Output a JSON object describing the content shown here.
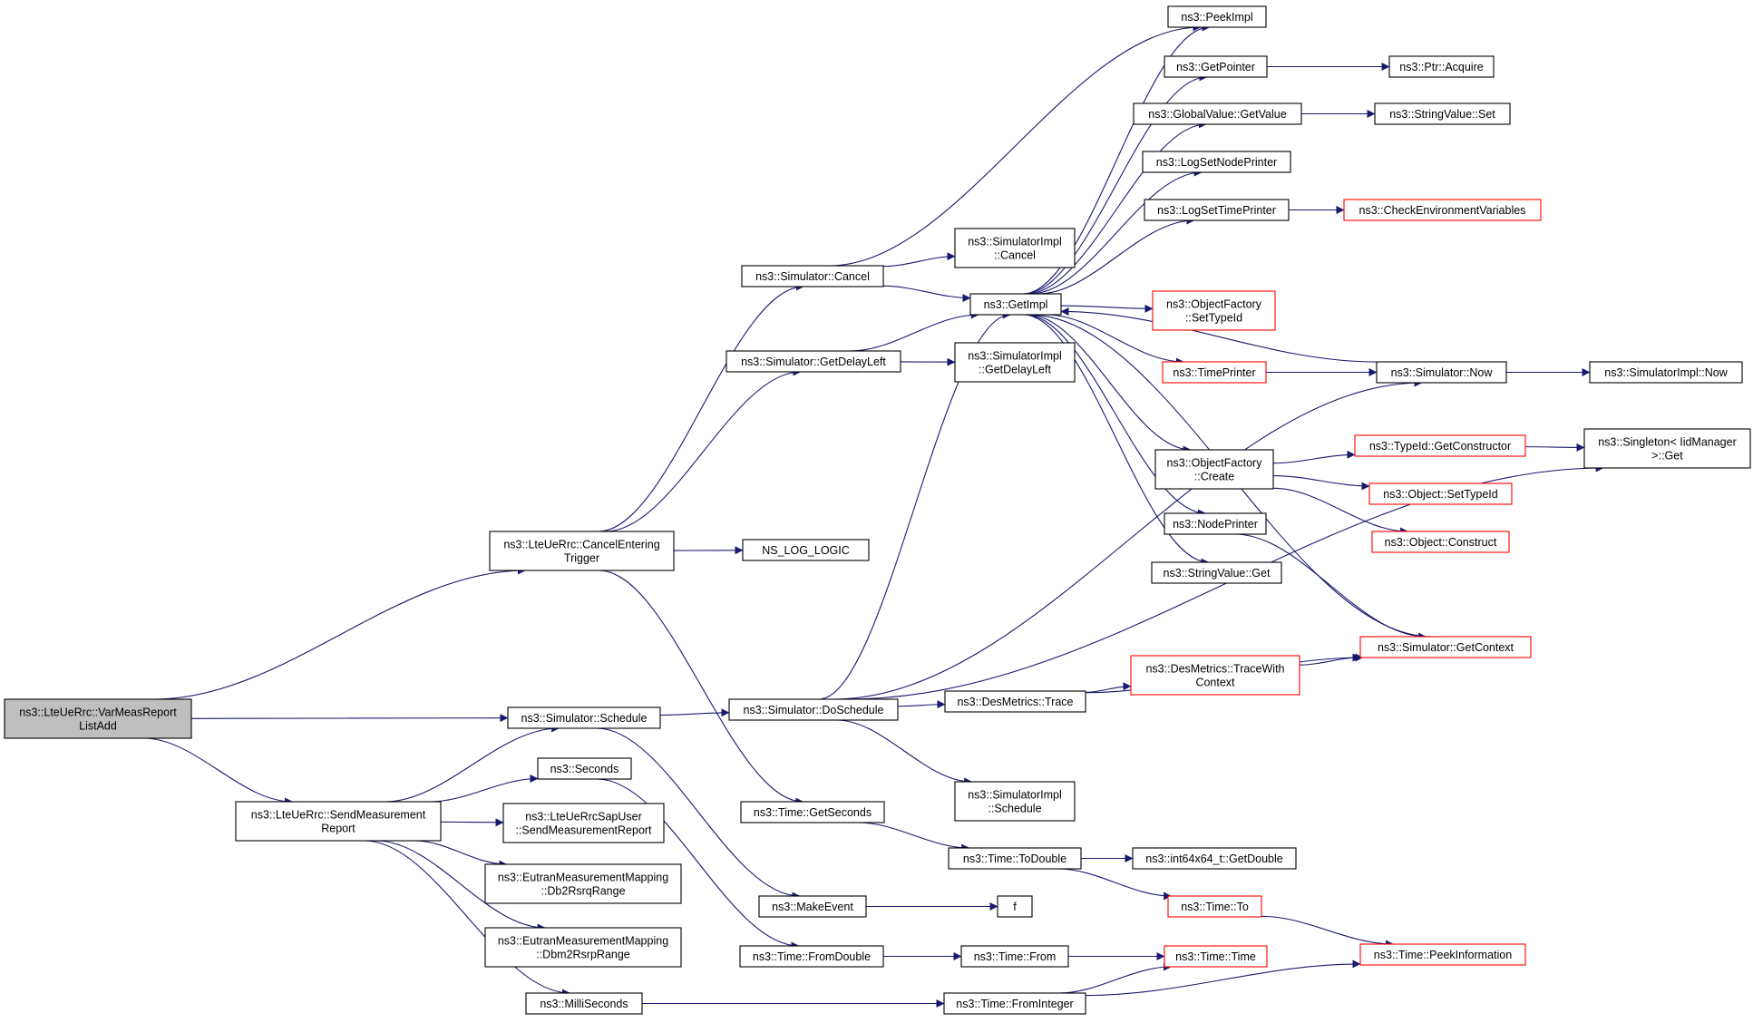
{
  "nodes": [
    {
      "id": "root",
      "lines": [
        "ns3::LteUeRrc::VarMeasReport",
        "ListAdd"
      ],
      "style": "root"
    },
    {
      "id": "cancelEntering",
      "lines": [
        "ns3::LteUeRrc::CancelEntering",
        "Trigger"
      ]
    },
    {
      "id": "schedule",
      "lines": [
        "ns3::Simulator::Schedule"
      ]
    },
    {
      "id": "sendMeas",
      "lines": [
        "ns3::LteUeRrc::SendMeasurement",
        "Report"
      ]
    },
    {
      "id": "simCancel",
      "lines": [
        "ns3::Simulator::Cancel"
      ]
    },
    {
      "id": "getDelayLeft",
      "lines": [
        "ns3::Simulator::GetDelayLeft"
      ]
    },
    {
      "id": "nsLogLogic",
      "lines": [
        "NS_LOG_LOGIC"
      ]
    },
    {
      "id": "doSchedule",
      "lines": [
        "ns3::Simulator::DoSchedule"
      ]
    },
    {
      "id": "seconds",
      "lines": [
        "ns3::Seconds"
      ]
    },
    {
      "id": "sapUser",
      "lines": [
        "ns3::LteUeRrcSapUser",
        "::SendMeasurementReport"
      ]
    },
    {
      "id": "db2Rsrq",
      "lines": [
        "ns3::EutranMeasurementMapping",
        "::Db2RsrqRange"
      ]
    },
    {
      "id": "dbm2Rsrp",
      "lines": [
        "ns3::EutranMeasurementMapping",
        "::Dbm2RsrpRange"
      ]
    },
    {
      "id": "milliSeconds",
      "lines": [
        "ns3::MilliSeconds"
      ]
    },
    {
      "id": "implCancel",
      "lines": [
        "ns3::SimulatorImpl",
        "::Cancel"
      ]
    },
    {
      "id": "getImpl",
      "lines": [
        "ns3::GetImpl"
      ]
    },
    {
      "id": "implGetDelayLeft",
      "lines": [
        "ns3::SimulatorImpl",
        "::GetDelayLeft"
      ]
    },
    {
      "id": "timeGetSeconds",
      "lines": [
        "ns3::Time::GetSeconds"
      ]
    },
    {
      "id": "makeEvent",
      "lines": [
        "ns3::MakeEvent"
      ]
    },
    {
      "id": "timeFromDouble",
      "lines": [
        "ns3::Time::FromDouble"
      ]
    },
    {
      "id": "desTrace",
      "lines": [
        "ns3::DesMetrics::Trace"
      ]
    },
    {
      "id": "implSchedule",
      "lines": [
        "ns3::SimulatorImpl",
        "::Schedule"
      ]
    },
    {
      "id": "timeToDouble",
      "lines": [
        "ns3::Time::ToDouble"
      ]
    },
    {
      "id": "timeFrom",
      "lines": [
        "ns3::Time::From"
      ]
    },
    {
      "id": "timeFromInteger",
      "lines": [
        "ns3::Time::FromInteger"
      ]
    },
    {
      "id": "peekImpl",
      "lines": [
        "ns3::PeekImpl"
      ]
    },
    {
      "id": "getPointer",
      "lines": [
        "ns3::GetPointer"
      ]
    },
    {
      "id": "globalGetValue",
      "lines": [
        "ns3::GlobalValue::GetValue"
      ]
    },
    {
      "id": "logSetNode",
      "lines": [
        "ns3::LogSetNodePrinter"
      ]
    },
    {
      "id": "logSetTime",
      "lines": [
        "ns3::LogSetTimePrinter"
      ]
    },
    {
      "id": "ofSetTypeId",
      "lines": [
        "ns3::ObjectFactory",
        "::SetTypeId"
      ],
      "style": "trunc"
    },
    {
      "id": "timePrinter",
      "lines": [
        "ns3::TimePrinter"
      ],
      "style": "trunc"
    },
    {
      "id": "ofCreate",
      "lines": [
        "ns3::ObjectFactory",
        "::Create"
      ]
    },
    {
      "id": "nodePrinter",
      "lines": [
        "ns3::NodePrinter"
      ]
    },
    {
      "id": "stringGet",
      "lines": [
        "ns3::StringValue::Get"
      ]
    },
    {
      "id": "traceWithContext",
      "lines": [
        "ns3::DesMetrics::TraceWith",
        "Context"
      ],
      "style": "trunc"
    },
    {
      "id": "int64GetDouble",
      "lines": [
        "ns3::int64x64_t::GetDouble"
      ]
    },
    {
      "id": "f",
      "lines": [
        "f"
      ]
    },
    {
      "id": "timeTo",
      "lines": [
        "ns3::Time::To"
      ],
      "style": "trunc"
    },
    {
      "id": "timeTime",
      "lines": [
        "ns3::Time::Time"
      ],
      "style": "trunc"
    },
    {
      "id": "ptrAcquire",
      "lines": [
        "ns3::Ptr::Acquire"
      ]
    },
    {
      "id": "stringSet",
      "lines": [
        "ns3::StringValue::Set"
      ]
    },
    {
      "id": "checkEnv",
      "lines": [
        "ns3::CheckEnvironmentVariables"
      ],
      "style": "trunc"
    },
    {
      "id": "simNow",
      "lines": [
        "ns3::Simulator::Now"
      ]
    },
    {
      "id": "getConstructor",
      "lines": [
        "ns3::TypeId::GetConstructor"
      ],
      "style": "trunc"
    },
    {
      "id": "objSetTypeId",
      "lines": [
        "ns3::Object::SetTypeId"
      ],
      "style": "trunc"
    },
    {
      "id": "objConstruct",
      "lines": [
        "ns3::Object::Construct"
      ],
      "style": "trunc"
    },
    {
      "id": "getContext",
      "lines": [
        "ns3::Simulator::GetContext"
      ],
      "style": "trunc"
    },
    {
      "id": "peekInfo",
      "lines": [
        "ns3::Time::PeekInformation"
      ],
      "style": "trunc"
    },
    {
      "id": "implNow",
      "lines": [
        "ns3::SimulatorImpl::Now"
      ]
    },
    {
      "id": "singletonGet",
      "lines": [
        "ns3::Singleton< IidManager",
        " >::Get"
      ]
    }
  ],
  "edges": [
    [
      "root",
      "cancelEntering"
    ],
    [
      "root",
      "schedule"
    ],
    [
      "root",
      "sendMeas"
    ],
    [
      "cancelEntering",
      "simCancel"
    ],
    [
      "cancelEntering",
      "getDelayLeft"
    ],
    [
      "cancelEntering",
      "nsLogLogic"
    ],
    [
      "cancelEntering",
      "timeGetSeconds"
    ],
    [
      "schedule",
      "doSchedule"
    ],
    [
      "schedule",
      "makeEvent"
    ],
    [
      "sendMeas",
      "schedule"
    ],
    [
      "sendMeas",
      "seconds"
    ],
    [
      "sendMeas",
      "sapUser"
    ],
    [
      "sendMeas",
      "db2Rsrq"
    ],
    [
      "sendMeas",
      "dbm2Rsrp"
    ],
    [
      "sendMeas",
      "milliSeconds"
    ],
    [
      "simCancel",
      "peekImpl"
    ],
    [
      "simCancel",
      "implCancel"
    ],
    [
      "simCancel",
      "getImpl"
    ],
    [
      "getDelayLeft",
      "getImpl"
    ],
    [
      "getDelayLeft",
      "implGetDelayLeft"
    ],
    [
      "doSchedule",
      "getImpl"
    ],
    [
      "doSchedule",
      "simNow"
    ],
    [
      "doSchedule",
      "desTrace"
    ],
    [
      "doSchedule",
      "implSchedule"
    ],
    [
      "doSchedule",
      "singletonGet"
    ],
    [
      "seconds",
      "timeFromDouble"
    ],
    [
      "milliSeconds",
      "timeFromInteger"
    ],
    [
      "getImpl",
      "peekImpl"
    ],
    [
      "getImpl",
      "getPointer"
    ],
    [
      "getImpl",
      "globalGetValue"
    ],
    [
      "getImpl",
      "logSetNode"
    ],
    [
      "getImpl",
      "logSetTime"
    ],
    [
      "getImpl",
      "ofSetTypeId"
    ],
    [
      "getImpl",
      "timePrinter"
    ],
    [
      "getImpl",
      "ofCreate"
    ],
    [
      "getImpl",
      "nodePrinter"
    ],
    [
      "getImpl",
      "stringGet"
    ],
    [
      "getPointer",
      "ptrAcquire"
    ],
    [
      "globalGetValue",
      "stringSet"
    ],
    [
      "logSetTime",
      "checkEnv"
    ],
    [
      "timePrinter",
      "simNow"
    ],
    [
      "simNow",
      "getImpl"
    ],
    [
      "simNow",
      "implNow"
    ],
    [
      "ofCreate",
      "getConstructor"
    ],
    [
      "ofCreate",
      "objSetTypeId"
    ],
    [
      "ofCreate",
      "objConstruct"
    ],
    [
      "getConstructor",
      "singletonGet"
    ],
    [
      "nodePrinter",
      "getContext"
    ],
    [
      "getContext",
      "getImpl"
    ],
    [
      "desTrace",
      "traceWithContext"
    ],
    [
      "desTrace",
      "getContext"
    ],
    [
      "traceWithContext",
      "getContext"
    ],
    [
      "timeGetSeconds",
      "timeToDouble"
    ],
    [
      "timeToDouble",
      "int64GetDouble"
    ],
    [
      "timeToDouble",
      "timeTo"
    ],
    [
      "timeTo",
      "peekInfo"
    ],
    [
      "makeEvent",
      "f"
    ],
    [
      "timeFromDouble",
      "timeFrom"
    ],
    [
      "timeFrom",
      "timeTime"
    ],
    [
      "timeFromInteger",
      "timeTime"
    ],
    [
      "timeFromInteger",
      "peekInfo"
    ]
  ]
}
